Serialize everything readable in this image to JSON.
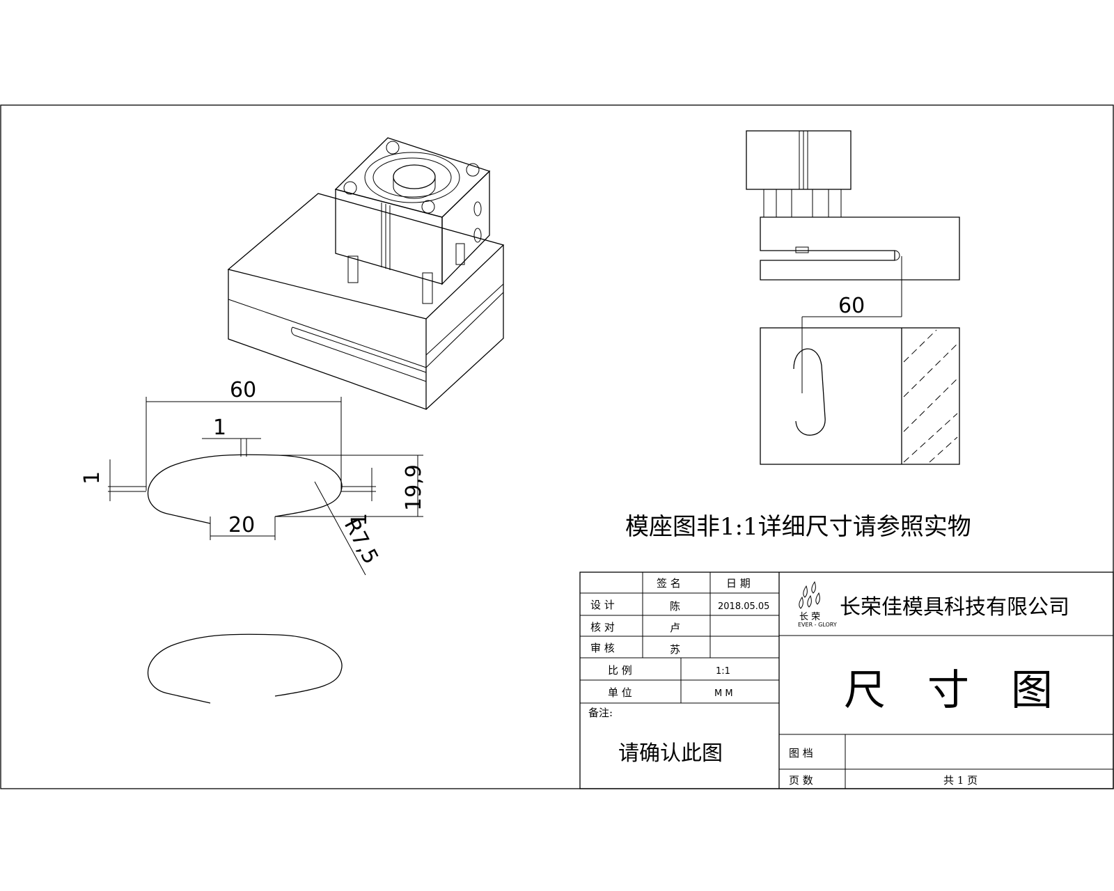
{
  "dimensions": {
    "top_width": "60",
    "gap_small": "1",
    "left_gap": "1",
    "right_gap": "1",
    "height": "19,9",
    "bottom_opening": "20",
    "radius": "R7,5",
    "side_view_width": "60"
  },
  "note_text": "模座图非1:1详细尺寸请参照实物",
  "title_block": {
    "col_sign": "签 名",
    "col_date": "日 期",
    "row_design_label": "设 计",
    "row_design_name": "陈",
    "row_design_date": "2018.05.05",
    "row_check_label": "核 对",
    "row_check_name": "卢",
    "row_review_label": "审 核",
    "row_review_name": "苏",
    "scale_label": "比 例",
    "scale_value": "1:1",
    "unit_label": "单 位",
    "unit_value": "M M",
    "remark_label": "备注:",
    "remark_text": "请确认此图",
    "company_name": "长荣佳模具科技有限公司",
    "logo_text": "长 荣",
    "logo_sub": "EVER - GLORY",
    "drawing_title": "尺　寸　图",
    "drawing_no_label": "图 档",
    "pages_label": "页 数",
    "pages_value": "共 1 页"
  }
}
